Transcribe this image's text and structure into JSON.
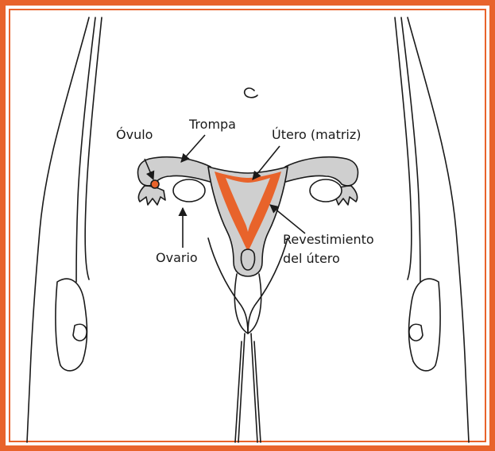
{
  "labels": {
    "ovulo": "Óvulo",
    "trompa": "Trompa",
    "utero": "Útero (matriz)",
    "revestimiento_line1": "Revestimiento",
    "revestimiento_line2": "del útero",
    "ovario": "Ovario"
  },
  "colors": {
    "accent": "#e8632b",
    "organ_fill": "#cfcfcf",
    "outline": "#1a1a1a"
  }
}
